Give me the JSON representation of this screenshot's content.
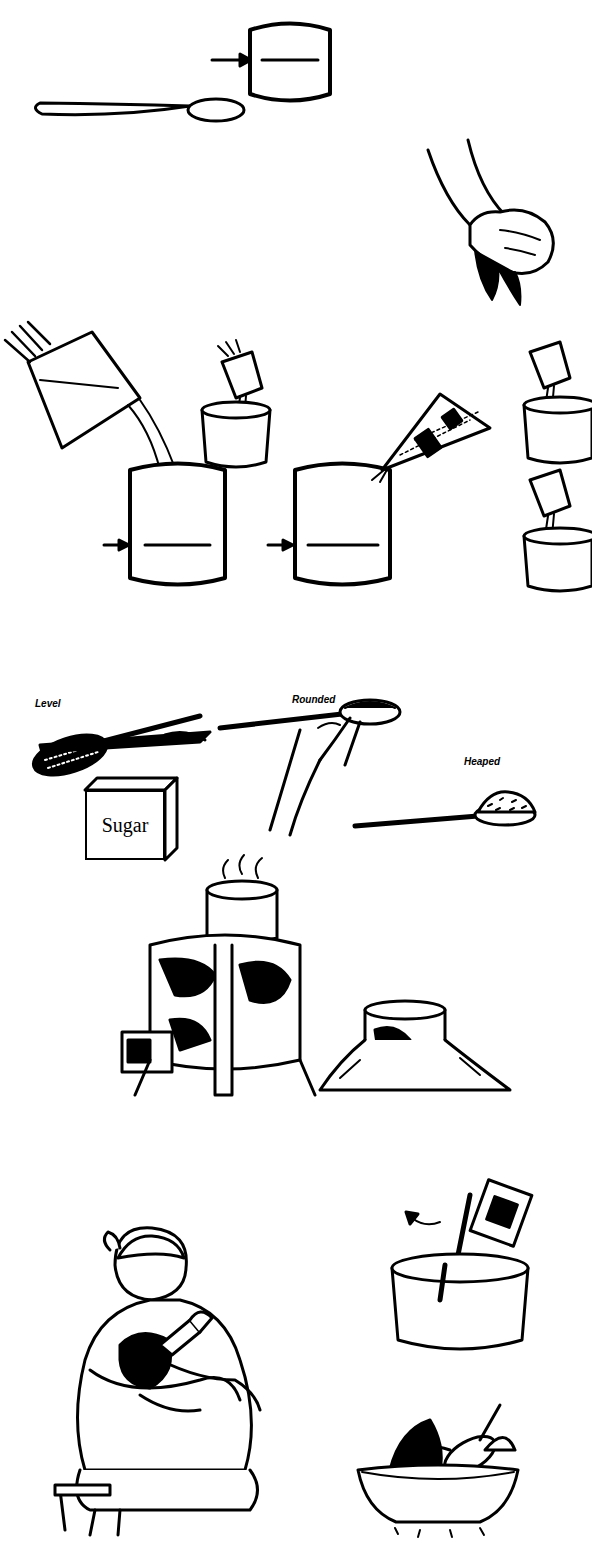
{
  "diagram": {
    "nodes": [
      {
        "text": [
          "Sugar"
        ]
      }
    ],
    "labels": [
      "Level",
      "Rounded",
      "Heaped"
    ]
  }
}
